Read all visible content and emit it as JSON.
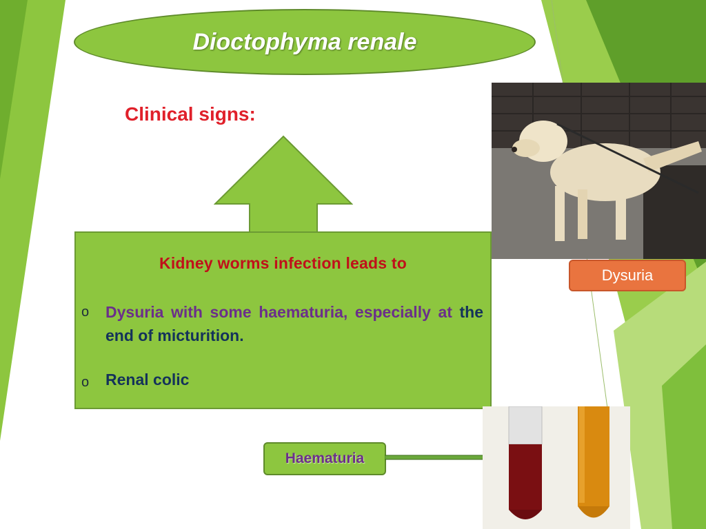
{
  "slide": {
    "title": "Dioctophyma renale",
    "subtitle": "Clinical signs:",
    "box": {
      "heading": "Kidney worms infection leads  to",
      "bullet_symbol": "o",
      "item1_part1": "Dysuria with some haematuria, especially at",
      "item1_part2": "the end of micturition.",
      "item2": "Renal colic"
    },
    "labels": {
      "dysuria": "Dysuria",
      "haematuria": "Haematuria"
    }
  },
  "colors": {
    "accent_green": "#8dc63f",
    "title_red": "#e0202a",
    "heading_red": "#c0101a",
    "purple_text": "#6b2f8a",
    "navy_text": "#14325a",
    "label_orange": "#e9743f"
  },
  "icons": [
    "up-arrow-icon",
    "right-arrow-icon",
    "bullet-icon"
  ]
}
